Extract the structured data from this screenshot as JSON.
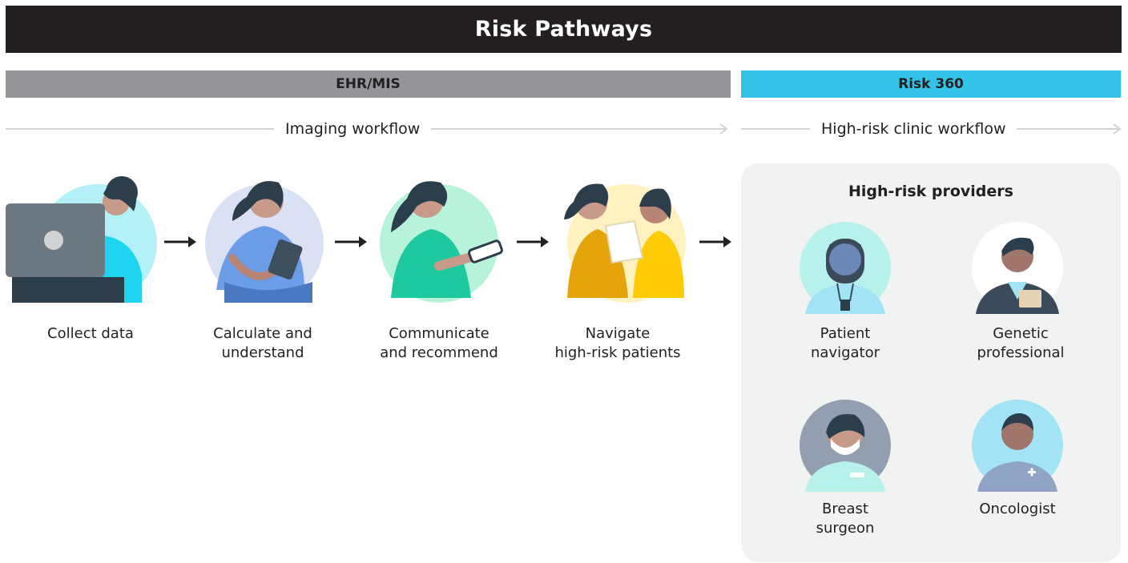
{
  "title": "Risk Pathways",
  "bands": {
    "ehr": "EHR/MIS",
    "risk": "Risk 360"
  },
  "workflows": {
    "imaging": "Imaging workflow",
    "clinic": "High-risk clinic workflow"
  },
  "steps": [
    {
      "label": "Collect data",
      "icon": "person-at-computer"
    },
    {
      "label": "Calculate and\nunderstand",
      "icon": "person-with-tablet"
    },
    {
      "label": "Communicate\nand recommend",
      "icon": "person-with-phone"
    },
    {
      "label": "Navigate\nhigh-risk patients",
      "icon": "two-people-talking"
    }
  ],
  "providers": {
    "title": "High-risk providers",
    "items": [
      {
        "label": "Patient\nnavigator",
        "icon": "navigator-avatar"
      },
      {
        "label": "Genetic\nprofessional",
        "icon": "genetic-avatar"
      },
      {
        "label": "Breast\nsurgeon",
        "icon": "surgeon-avatar"
      },
      {
        "label": "Oncologist",
        "icon": "oncologist-avatar"
      }
    ]
  },
  "colors": {
    "title_bg": "#231f20",
    "ehr_band": "#939598",
    "risk_band": "#33c3e8",
    "panel_bg": "#f1f2f2",
    "flow_line": "#d1d3d4"
  }
}
